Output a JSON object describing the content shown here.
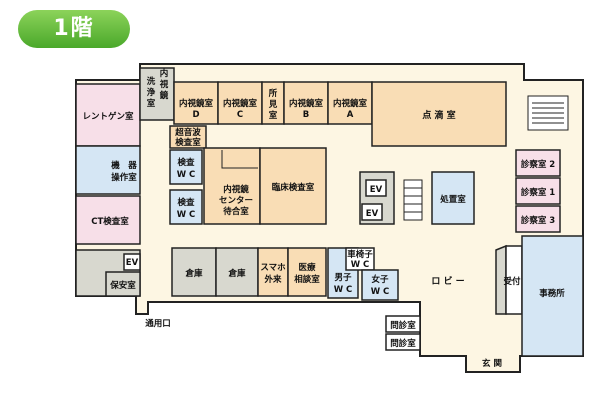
{
  "floor_badge": "1階",
  "colors": {
    "orange": "#f9ddb5",
    "blue": "#d5e6f4",
    "pink": "#f7dfe8",
    "gray": "#d8d8cf",
    "corridor": "#fdf6e3",
    "badge_green": "#5cb534"
  },
  "rooms": {
    "xray": "レントゲン室",
    "wash": [
      "洗",
      "浄",
      "室",
      "内",
      "視",
      "鏡"
    ],
    "endo_d": [
      "内視鏡室",
      "D"
    ],
    "endo_c": [
      "内視鏡室",
      "C"
    ],
    "observe": [
      "所",
      "見",
      "室"
    ],
    "endo_b": [
      "内視鏡室",
      "B"
    ],
    "endo_a": [
      "内視鏡室",
      "A"
    ],
    "infusion": "点 滴 室",
    "equipment": [
      "機　器",
      "操作室"
    ],
    "ultrasound": [
      "超音波",
      "検査室"
    ],
    "lab_wc1": [
      "検査",
      "W C"
    ],
    "lab_wc2": [
      "検査",
      "W C"
    ],
    "endo_center": [
      "内視鏡",
      "センター",
      "待合室"
    ],
    "clinical_lab": "臨床検査室",
    "ct": "CT検査室",
    "ev1": "EV",
    "ev2": "EV",
    "treatment": "処置室",
    "exam2": "診察室 2",
    "exam1": "診察室 1",
    "exam3": "診察室 3",
    "ev3": "EV",
    "security": "保安室",
    "storage1": "倉庫",
    "storage2": "倉庫",
    "smart_clinic": [
      "スマホ",
      "外来"
    ],
    "consult": [
      "医療",
      "相談室"
    ],
    "accessible_wc": [
      "車椅子",
      "W C"
    ],
    "men_wc": [
      "男子",
      "W C"
    ],
    "women_wc": [
      "女子",
      "W C"
    ],
    "lobby": "ロ ビ ー",
    "reception": "受付",
    "office": "事務所",
    "interview1": "問診室",
    "interview2": "問診室",
    "entrance": "玄 関",
    "service_entrance": "通用口"
  }
}
